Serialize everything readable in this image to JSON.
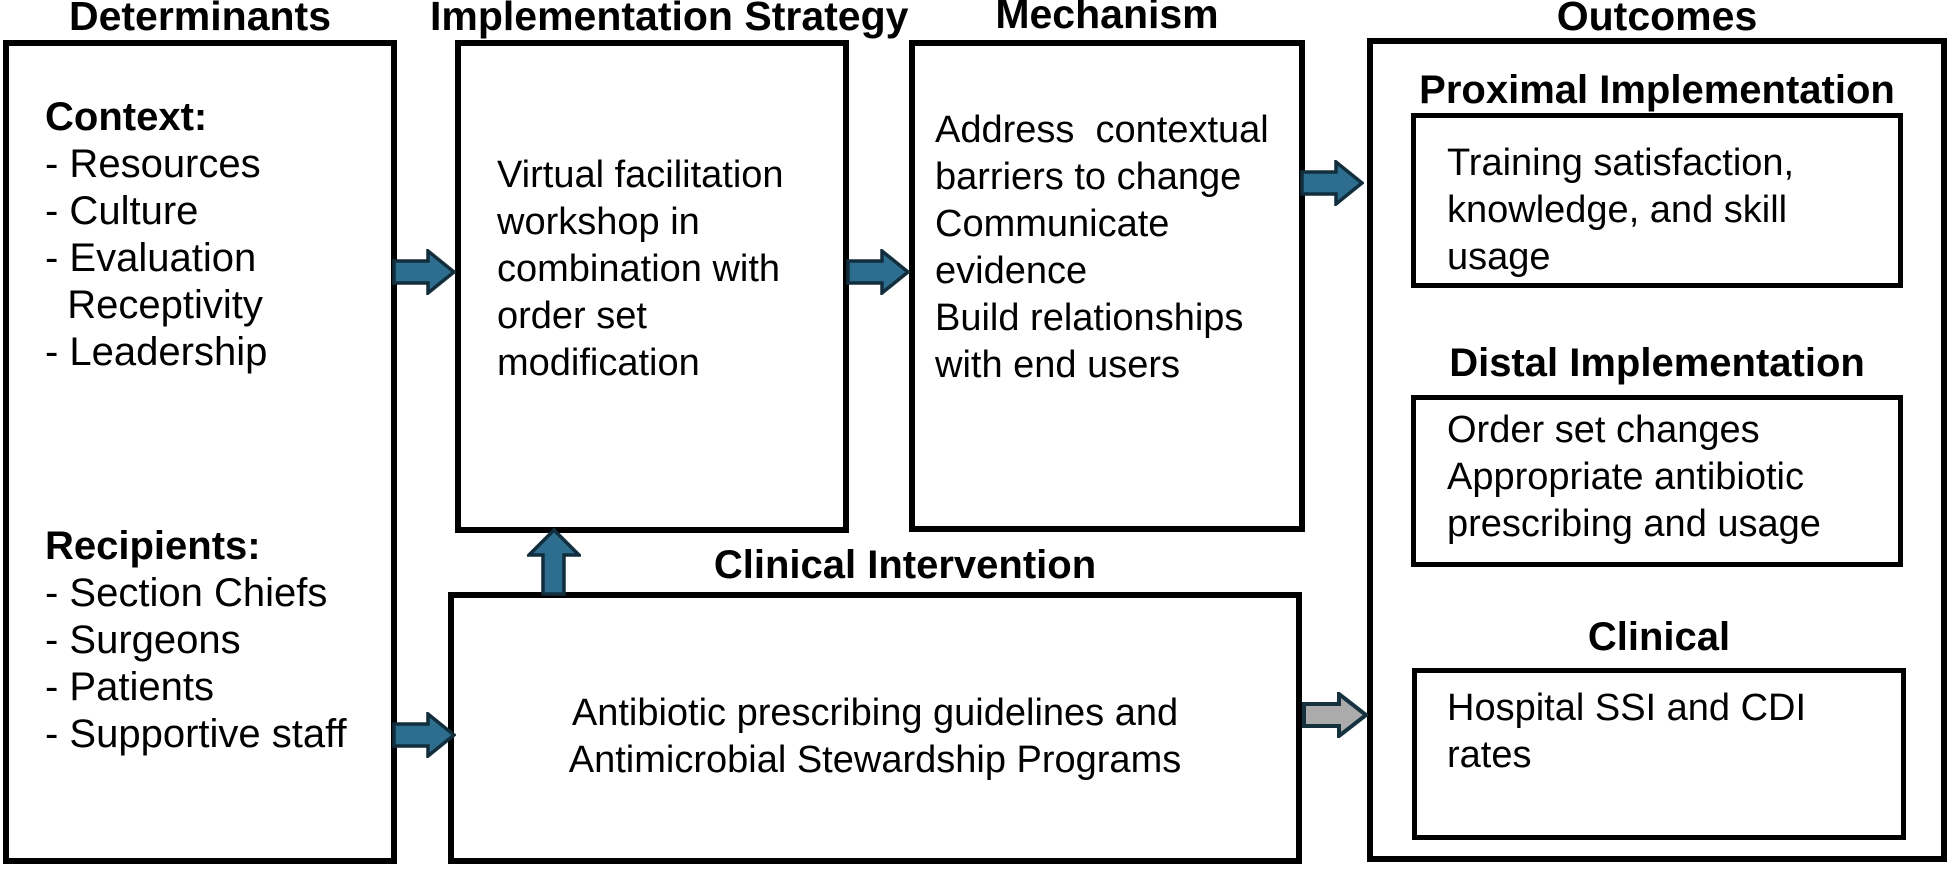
{
  "diagram": {
    "determinants": {
      "title": "Determinants",
      "context": {
        "heading": "Context:",
        "items": [
          "- Resources",
          "- Culture",
          "- Evaluation",
          "  Receptivity",
          "- Leadership"
        ]
      },
      "recipients": {
        "heading": "Recipients:",
        "items": [
          "- Section Chiefs",
          "- Surgeons",
          "- Patients",
          "- Supportive staff"
        ]
      }
    },
    "implementation_strategy": {
      "title": "Implementation Strategy",
      "lines": [
        "Virtual facilitation",
        "workshop in",
        "combination with",
        "order set",
        "modification"
      ]
    },
    "mechanism": {
      "title": "Mechanism",
      "lines": [
        "Address  contextual",
        "barriers to change",
        "Communicate",
        "evidence",
        "Build relationships",
        "with end users"
      ]
    },
    "clinical_intervention": {
      "title": "Clinical Intervention",
      "lines": [
        "Antibiotic prescribing guidelines and",
        "Antimicrobial Stewardship Programs"
      ]
    },
    "outcomes": {
      "title": "Outcomes",
      "proximal": {
        "label": "Proximal Implementation",
        "lines": [
          "Training satisfaction,",
          "knowledge, and skill",
          "usage"
        ]
      },
      "distal": {
        "label": "Distal Implementation",
        "lines": [
          "Order set changes",
          "Appropriate antibiotic",
          "prescribing and usage"
        ]
      },
      "clinical": {
        "label": "Clinical",
        "lines": [
          "Hospital SSI and CDI",
          "rates"
        ]
      }
    },
    "arrows": [
      {
        "from": "determinants",
        "to": "implementation_strategy",
        "style": "teal"
      },
      {
        "from": "implementation_strategy",
        "to": "mechanism",
        "style": "teal"
      },
      {
        "from": "mechanism",
        "to": "outcomes_proximal",
        "style": "teal"
      },
      {
        "from": "determinants",
        "to": "clinical_intervention",
        "style": "teal"
      },
      {
        "from": "clinical_intervention",
        "to": "implementation_strategy",
        "style": "teal"
      },
      {
        "from": "clinical_intervention",
        "to": "outcomes_clinical",
        "style": "gray"
      }
    ]
  },
  "colors": {
    "arrow_fill": "#2D6E8E",
    "arrow_outline": "#122E3D",
    "gray_arrow_fill": "#ABABAB",
    "gray_arrow_outline": "#16323F",
    "border": "#000000",
    "background": "#FFFFFF"
  }
}
